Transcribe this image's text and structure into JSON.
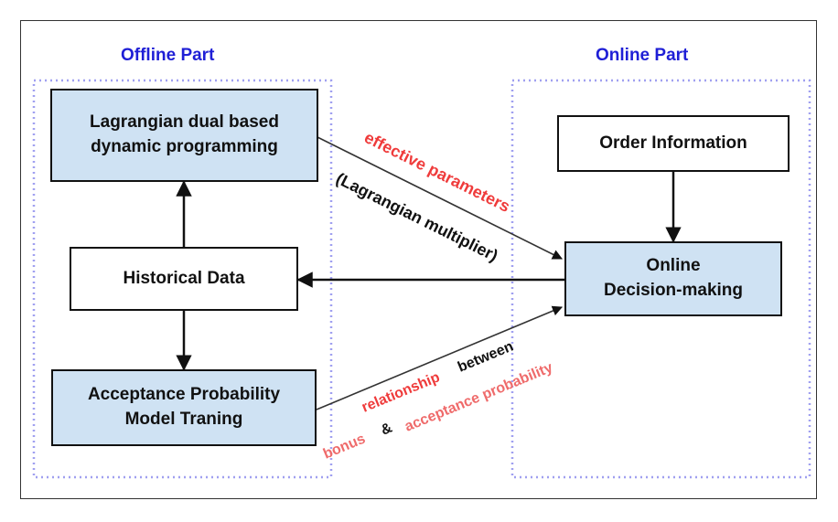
{
  "offline_part": {
    "title": "Offline Part",
    "nodes": {
      "lagrangian_dp": "Lagrangian dual based\ndynamic programming",
      "historical_data": "Historical Data",
      "acceptance_model": "Acceptance Probability\nModel Traning"
    }
  },
  "online_part": {
    "title": "Online Part",
    "nodes": {
      "order_information": "Order Information",
      "online_decision": "Online\nDecision-making"
    }
  },
  "edge_labels": {
    "effective_parameters": "effective parameters",
    "lagrangian_multiplier": "(Lagrangian multiplier)",
    "relationship": "relationship",
    "between": "between",
    "bonus": "bonus",
    "ampersand": "&",
    "acceptance_probability": "acceptance probability"
  },
  "colors": {
    "title_blue": "#1f1fd6",
    "node_fill_blue": "#cfe2f3",
    "dotted_border": "#a0a0f0",
    "highlight_red": "#ef3b3b",
    "text_black": "#111111"
  }
}
